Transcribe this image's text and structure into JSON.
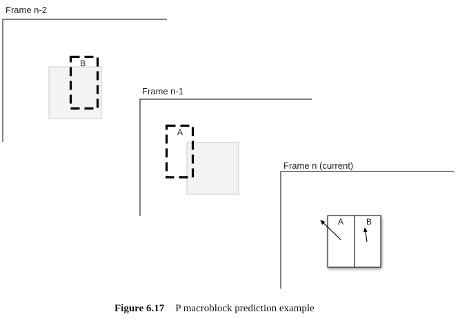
{
  "frames": {
    "frame_n2": {
      "title": "Frame n-2",
      "block_label": "B"
    },
    "frame_n1": {
      "title": "Frame n-1",
      "block_label": "A"
    },
    "frame_n": {
      "title": "Frame n (current)",
      "block_a_label": "A",
      "block_b_label": "B"
    }
  },
  "caption": {
    "number": "Figure 6.17",
    "text": "P macroblock prediction example"
  },
  "colors": {
    "line": "#000000",
    "ref_fill": "#f3f3f3",
    "ref_stroke": "#c8c8c8"
  }
}
